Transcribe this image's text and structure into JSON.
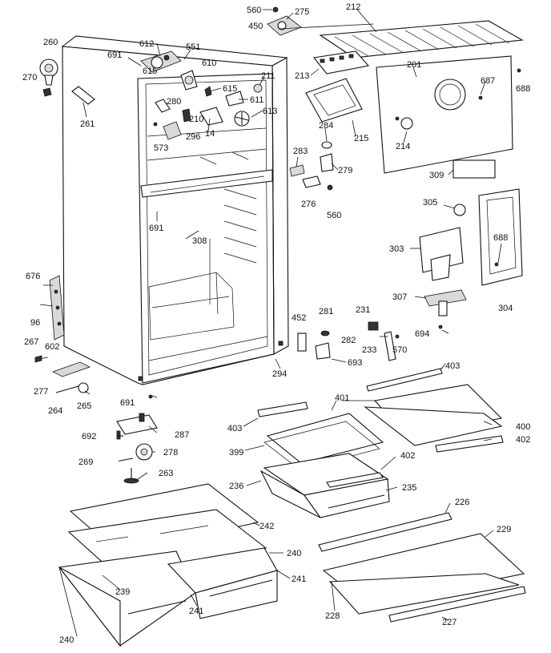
{
  "diagram": {
    "labels": {
      "l560a": "560",
      "l275": "275",
      "l212": "212",
      "l450": "450",
      "l260": "260",
      "l270": "270",
      "l612": "612",
      "l691a": "691",
      "l551": "551",
      "l615a": "615",
      "l610": "610",
      "l201": "201",
      "l687": "687",
      "l688a": "688",
      "l213": "213",
      "l211": "211",
      "l615b": "615",
      "l280": "280",
      "l611": "611",
      "l261": "261",
      "l210": "210",
      "l613": "613",
      "l215": "215",
      "l284": "284",
      "l214": "214",
      "l14": "14",
      "l296": "296",
      "l573": "573",
      "l283": "283",
      "l279": "279",
      "l309": "309",
      "l276": "276",
      "l560b": "560",
      "l305": "305",
      "l691b": "691",
      "l308": "308",
      "l303": "303",
      "l688b": "688",
      "l676": "676",
      "l96": "96",
      "l267": "267",
      "l602": "602",
      "l307": "307",
      "l304": "304",
      "l452": "452",
      "l281": "281",
      "l231": "231",
      "l282": "282",
      "l694": "694",
      "l233": "233",
      "l570": "570",
      "l693": "693",
      "l294": "294",
      "l403a": "403",
      "l277": "277",
      "l691c": "691",
      "l401": "401",
      "l264": "264",
      "l265": "265",
      "l403b": "403",
      "l400": "400",
      "l287": "287",
      "l402a": "402",
      "l692": "692",
      "l399": "399",
      "l278": "278",
      "l402b": "402",
      "l269": "269",
      "l263": "263",
      "l236": "236",
      "l235": "235",
      "l226": "226",
      "l229": "229",
      "l242": "242",
      "l240a": "240",
      "l239": "239",
      "l241a": "241",
      "l241b": "241",
      "l228": "228",
      "l227": "227",
      "l240b": "240"
    }
  }
}
